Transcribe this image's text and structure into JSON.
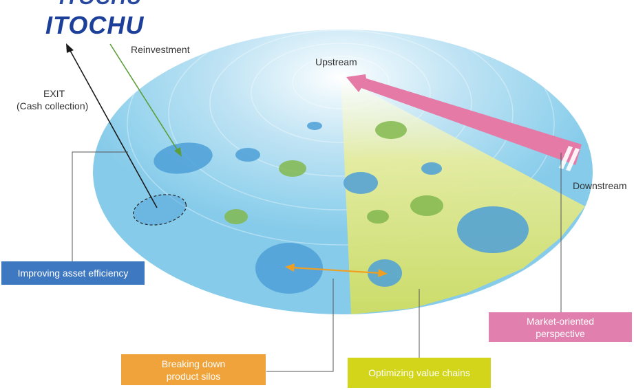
{
  "logo": {
    "text": "ITOCHU"
  },
  "labels": {
    "reinvestment": "Reinvestment",
    "exit": "EXIT",
    "cash_collection": "(Cash collection)",
    "upstream": "Upstream",
    "downstream": "Downstream"
  },
  "boxes": {
    "asset_efficiency": "Improving asset efficiency",
    "market_oriented_1": "Market-oriented",
    "market_oriented_2": "perspective",
    "product_silos_1": "Breaking down",
    "product_silos_2": "product silos",
    "value_chains": "Optimizing value chains"
  },
  "colors": {
    "disc_outer": "#86cbea",
    "disc_inner": "#ffffff",
    "wedge": "#d7e36f",
    "blue_blob": "#4ea0d8",
    "green_blob": "#83b84f",
    "pink_arrow": "#e57aa6",
    "reinvest_arrow": "#5e9e3a",
    "silo_arrow": "#f0a020",
    "asset_box": "#3e78c1",
    "market_box": "#e17fae",
    "silos_box": "#f0a33a",
    "value_box": "#d3d51a",
    "logo": "#1c3f9a"
  }
}
